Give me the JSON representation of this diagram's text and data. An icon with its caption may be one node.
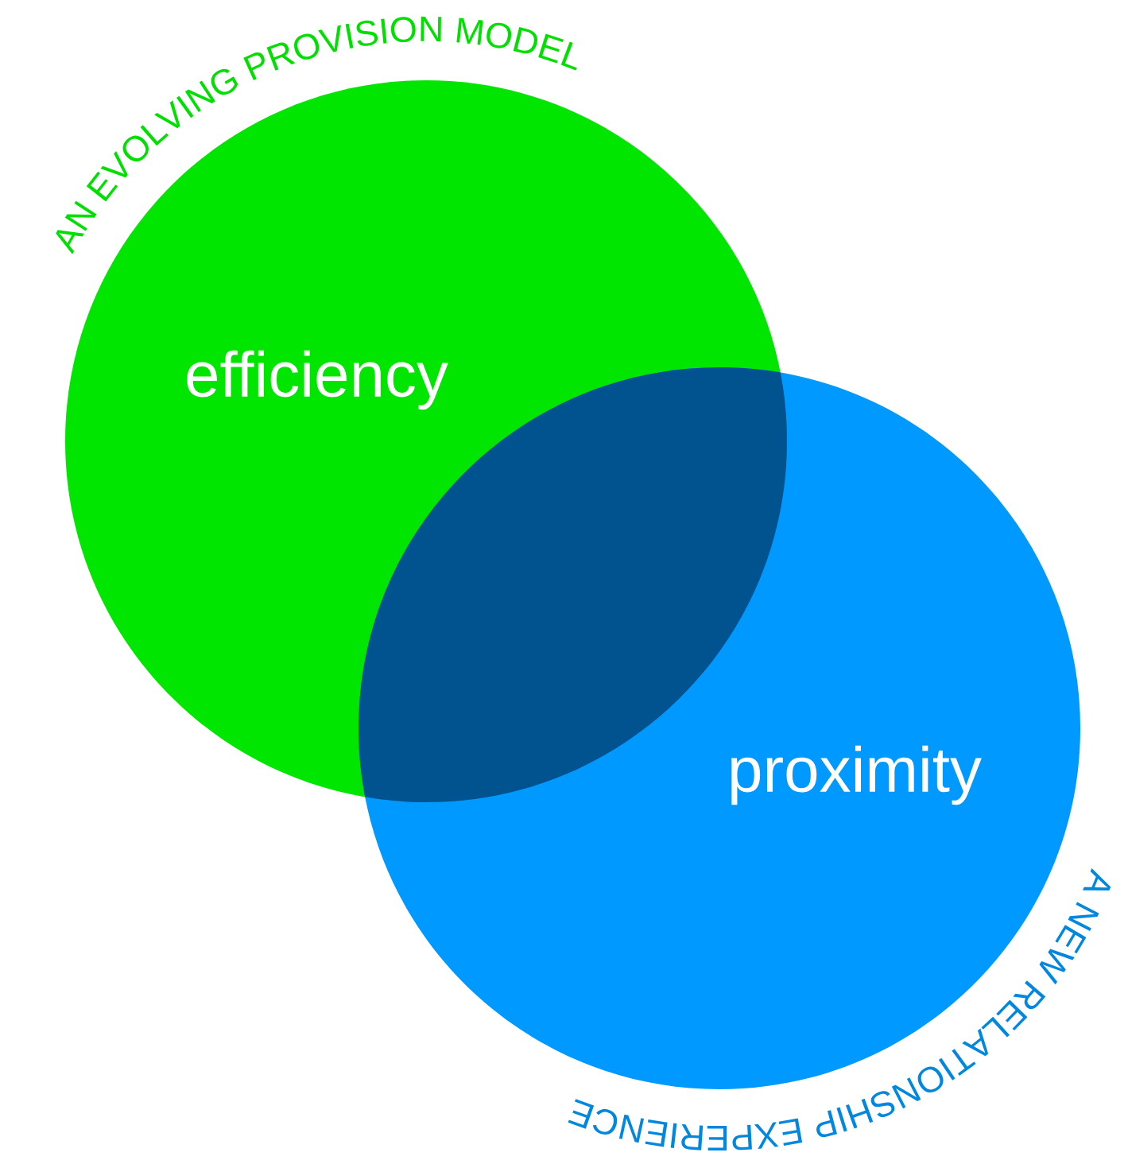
{
  "diagram": {
    "nodes": [
      {
        "text": [
          "AN EVOLVING PROVISION MODEL",
          "efficiency"
        ]
      },
      {
        "text": [
          "A NEW RELATIONSHIP EXPERIENCE",
          "proximity"
        ]
      }
    ]
  }
}
